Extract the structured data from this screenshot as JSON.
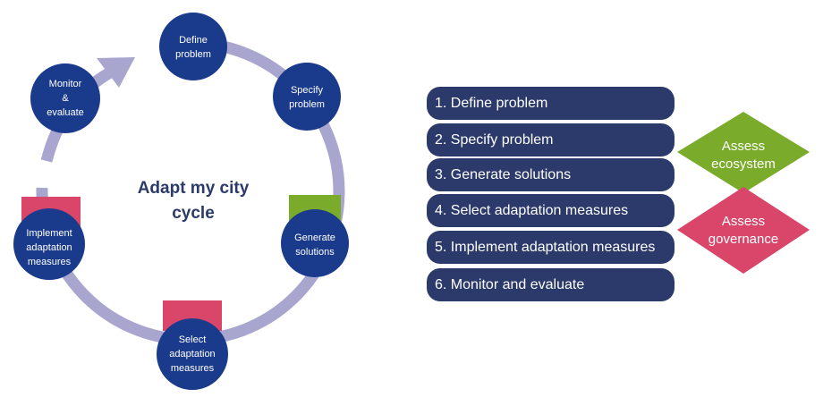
{
  "cycle": {
    "title_line1": "Adapt my city",
    "title_line2": "cycle",
    "nodes": [
      {
        "line1": "Define",
        "line2": "problem",
        "line3": ""
      },
      {
        "line1": "Specify",
        "line2": "problem",
        "line3": ""
      },
      {
        "line1": "Generate",
        "line2": "solutions",
        "line3": ""
      },
      {
        "line1": "Select",
        "line2": "adaptation",
        "line3": "measures"
      },
      {
        "line1": "Implement",
        "line2": "adaptation",
        "line3": "measures"
      },
      {
        "line1": "Monitor",
        "line2": "&",
        "line3": "evaluate"
      }
    ]
  },
  "steps": [
    "1. Define problem",
    "2. Specify problem",
    "3. Generate solutions",
    "4. Select adaptation measures",
    "5. Implement adaptation measures",
    "6. Monitor and evaluate"
  ],
  "assess": {
    "ecosystem_line1": "Assess",
    "ecosystem_line2": "ecosystem",
    "governance_line1": "Assess",
    "governance_line2": "governance"
  },
  "colors": {
    "node_fill": "#1a3a8c",
    "ring": "#a8a6cf",
    "title": "#2b3a6b",
    "step_fill": "#2b3a6b",
    "green": "#7aab2a",
    "pink": "#d9466a"
  }
}
